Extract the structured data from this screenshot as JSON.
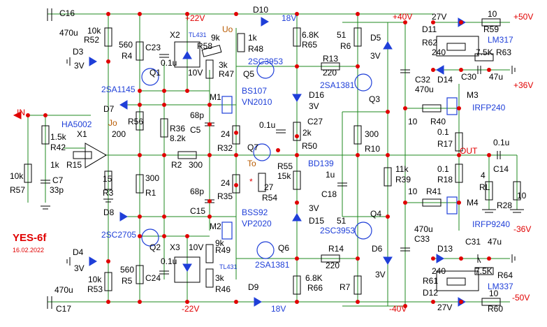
{
  "title": "YES-6f",
  "date": "16.02.2022",
  "rails": {
    "pos22": "+22V",
    "neg22": "-22V",
    "pos40": "+40V",
    "neg40": "-40V",
    "pos50": "+50V",
    "neg50": "-50V",
    "pos36": "+36V",
    "neg36": "-36V",
    "v18a": "18V",
    "v18b": "18V"
  },
  "nets": {
    "in": "IN",
    "out": "OUT",
    "uo": "Uo",
    "jo": "Jo",
    "to": "To",
    "star": "*"
  },
  "labels": [
    {
      "id": "C16",
      "text": "C16"
    },
    {
      "id": "c16v",
      "text": "470u"
    },
    {
      "id": "R52",
      "text": "R52"
    },
    {
      "id": "r52v",
      "text": "10k"
    },
    {
      "id": "D3",
      "text": "D3"
    },
    {
      "id": "d3v",
      "text": "3V"
    },
    {
      "id": "r4v",
      "text": "560"
    },
    {
      "id": "R4",
      "text": "R4"
    },
    {
      "id": "C23",
      "text": "C23"
    },
    {
      "id": "c23v",
      "text": "0.1u"
    },
    {
      "id": "Q1",
      "text": "Q1"
    },
    {
      "id": "sa1145",
      "text": "2SA1145"
    },
    {
      "id": "D7",
      "text": "D7"
    },
    {
      "id": "X2",
      "text": "X2"
    },
    {
      "id": "tl431a",
      "text": "TL431"
    },
    {
      "id": "v10a",
      "text": "10V"
    },
    {
      "id": "r58v",
      "text": "9k"
    },
    {
      "id": "R58",
      "text": "R58"
    },
    {
      "id": "r47v",
      "text": "3k"
    },
    {
      "id": "R47",
      "text": "R47"
    },
    {
      "id": "r48v",
      "text": "1k"
    },
    {
      "id": "R48",
      "text": "R48"
    },
    {
      "id": "D10",
      "text": "D10"
    },
    {
      "id": "r65v",
      "text": "6.8K"
    },
    {
      "id": "R65",
      "text": "R65"
    },
    {
      "id": "sc3953a",
      "text": "2SC3953"
    },
    {
      "id": "Q5",
      "text": "Q5"
    },
    {
      "id": "M1",
      "text": "M1"
    },
    {
      "id": "bs107",
      "text": "BS107"
    },
    {
      "id": "vn2010",
      "text": "VN2010"
    },
    {
      "id": "D16",
      "text": "D16"
    },
    {
      "id": "d16v",
      "text": "3V"
    },
    {
      "id": "r13v",
      "text": "220"
    },
    {
      "id": "R13",
      "text": "R13"
    },
    {
      "id": "r6v",
      "text": "51"
    },
    {
      "id": "R6",
      "text": "R6"
    },
    {
      "id": "sa1381a",
      "text": "2SA1381"
    },
    {
      "id": "Q3",
      "text": "Q3"
    },
    {
      "id": "D5",
      "text": "D5"
    },
    {
      "id": "d5v",
      "text": "3V"
    },
    {
      "id": "c32v",
      "text": "470u"
    },
    {
      "id": "C32",
      "text": "C32"
    },
    {
      "id": "D11",
      "text": "D11"
    },
    {
      "id": "d11v",
      "text": "27V"
    },
    {
      "id": "R62",
      "text": "R62"
    },
    {
      "id": "r62v",
      "text": "240"
    },
    {
      "id": "D14",
      "text": "D14"
    },
    {
      "id": "r59v",
      "text": "10"
    },
    {
      "id": "R59",
      "text": "R59"
    },
    {
      "id": "lm317",
      "text": "LM317"
    },
    {
      "id": "r63v",
      "text": "7.5K"
    },
    {
      "id": "R63",
      "text": "R63"
    },
    {
      "id": "C30",
      "text": "C30"
    },
    {
      "id": "c30v",
      "text": "47u"
    },
    {
      "id": "M3",
      "text": "M3"
    },
    {
      "id": "irfp240",
      "text": "IRFP240"
    },
    {
      "id": "r40v",
      "text": "10"
    },
    {
      "id": "R40",
      "text": "R40"
    },
    {
      "id": "r17v",
      "text": "0.1"
    },
    {
      "id": "R17",
      "text": "R17"
    },
    {
      "id": "c14v",
      "text": "0.1u"
    },
    {
      "id": "C14",
      "text": "C14"
    },
    {
      "id": "r18v",
      "text": "0.1"
    },
    {
      "id": "R18",
      "text": "R18"
    },
    {
      "id": "rlv",
      "text": "4"
    },
    {
      "id": "RL",
      "text": "RL"
    },
    {
      "id": "r28v",
      "text": "10"
    },
    {
      "id": "R28",
      "text": "R28"
    },
    {
      "id": "r41v",
      "text": "10"
    },
    {
      "id": "R41",
      "text": "R41"
    },
    {
      "id": "M4",
      "text": "M4"
    },
    {
      "id": "irfp9240",
      "text": "IRFP9240"
    },
    {
      "id": "r39v",
      "text": "11k"
    },
    {
      "id": "R39",
      "text": "R39"
    },
    {
      "id": "r10v",
      "text": "300"
    },
    {
      "id": "R10",
      "text": "R10"
    },
    {
      "id": "bd139",
      "text": "BD139"
    },
    {
      "id": "c18v",
      "text": "1u"
    },
    {
      "id": "C18",
      "text": "C18"
    },
    {
      "id": "c27v",
      "text": "0.1u"
    },
    {
      "id": "C27",
      "text": "C27"
    },
    {
      "id": "r50v",
      "text": "2k"
    },
    {
      "id": "R50",
      "text": "R50"
    },
    {
      "id": "Q7",
      "text": "Q7"
    },
    {
      "id": "r55v",
      "text": "R55"
    },
    {
      "id": "r55k",
      "text": "15k"
    },
    {
      "id": "r54v",
      "text": "27"
    },
    {
      "id": "R54",
      "text": "R54"
    },
    {
      "id": "r32v",
      "text": "24"
    },
    {
      "id": "R32",
      "text": "R32"
    },
    {
      "id": "r35v",
      "text": "24"
    },
    {
      "id": "R35",
      "text": "R35"
    },
    {
      "id": "c5v",
      "text": "68p"
    },
    {
      "id": "C5",
      "text": "C5"
    },
    {
      "id": "c15v",
      "text": "68p"
    },
    {
      "id": "C15",
      "text": "C15"
    },
    {
      "id": "r36v",
      "text": "R36"
    },
    {
      "id": "r36k",
      "text": "8.2k"
    },
    {
      "id": "R56",
      "text": "R56"
    },
    {
      "id": "r56v",
      "text": "200"
    },
    {
      "id": "R2",
      "text": "R2"
    },
    {
      "id": "r2v",
      "text": "300"
    },
    {
      "id": "r3v",
      "text": "15"
    },
    {
      "id": "R3",
      "text": "R3"
    },
    {
      "id": "r1v",
      "text": "300"
    },
    {
      "id": "R1",
      "text": "R1"
    },
    {
      "id": "ha5002",
      "text": "HA5002"
    },
    {
      "id": "X1",
      "text": "X1"
    },
    {
      "id": "r1k5",
      "text": "1.5k"
    },
    {
      "id": "R42",
      "text": "R42"
    },
    {
      "id": "r15v",
      "text": "1k"
    },
    {
      "id": "R15",
      "text": "R15"
    },
    {
      "id": "r57v",
      "text": "10k"
    },
    {
      "id": "R57",
      "text": "R57"
    },
    {
      "id": "C7",
      "text": "C7"
    },
    {
      "id": "c7v",
      "text": "33p"
    },
    {
      "id": "D8",
      "text": "D8"
    },
    {
      "id": "sc2705",
      "text": "2SC2705"
    },
    {
      "id": "Q2",
      "text": "Q2"
    },
    {
      "id": "M2",
      "text": "M2"
    },
    {
      "id": "bss92",
      "text": "BSS92"
    },
    {
      "id": "vp2020",
      "text": "VP2020"
    },
    {
      "id": "d15v",
      "text": "3V"
    },
    {
      "id": "D15",
      "text": "D15"
    },
    {
      "id": "r14v",
      "text": "R14"
    },
    {
      "id": "r14k",
      "text": "220"
    },
    {
      "id": "r51v",
      "text": "51"
    },
    {
      "id": "sc3953b",
      "text": "2SC3953"
    },
    {
      "id": "Q4",
      "text": "Q4"
    },
    {
      "id": "c33v",
      "text": "470u"
    },
    {
      "id": "C33",
      "text": "C33"
    },
    {
      "id": "D6",
      "text": "D6"
    },
    {
      "id": "d6v",
      "text": "3V"
    },
    {
      "id": "D4",
      "text": "D4"
    },
    {
      "id": "d4v",
      "text": "3V"
    },
    {
      "id": "r5v",
      "text": "560"
    },
    {
      "id": "R5",
      "text": "R5"
    },
    {
      "id": "c24v",
      "text": "0.1u"
    },
    {
      "id": "C24",
      "text": "C24"
    },
    {
      "id": "X3",
      "text": "X3"
    },
    {
      "id": "v10b",
      "text": "10V"
    },
    {
      "id": "tl431b",
      "text": "TL431"
    },
    {
      "id": "r49v",
      "text": "9k"
    },
    {
      "id": "R49",
      "text": "R49"
    },
    {
      "id": "r46v",
      "text": "3k"
    },
    {
      "id": "R46",
      "text": "R46"
    },
    {
      "id": "Q6",
      "text": "Q6"
    },
    {
      "id": "sa1381b",
      "text": "2SA1381"
    },
    {
      "id": "r53v",
      "text": "10k"
    },
    {
      "id": "R53",
      "text": "R53"
    },
    {
      "id": "c17v",
      "text": "470u"
    },
    {
      "id": "C17",
      "text": "C17"
    },
    {
      "id": "D9",
      "text": "D9"
    },
    {
      "id": "r66v",
      "text": "6.8K"
    },
    {
      "id": "R66",
      "text": "R66"
    },
    {
      "id": "R7",
      "text": "R7"
    },
    {
      "id": "D13",
      "text": "D13"
    },
    {
      "id": "C31",
      "text": "C31"
    },
    {
      "id": "c31v",
      "text": "47u"
    },
    {
      "id": "r61v",
      "text": "240"
    },
    {
      "id": "R61",
      "text": "R61"
    },
    {
      "id": "r64v",
      "text": "7.5K"
    },
    {
      "id": "R64",
      "text": "R64"
    },
    {
      "id": "lm337",
      "text": "LM337"
    },
    {
      "id": "D12",
      "text": "D12"
    },
    {
      "id": "d12v",
      "text": "27V"
    },
    {
      "id": "r60v",
      "text": "10"
    },
    {
      "id": "R60",
      "text": "R60"
    }
  ],
  "colors": {
    "wire": "#1f8a1f",
    "node": "#e00000",
    "part": "#000000",
    "active": "#1f3fd8",
    "net": "#b85a00"
  }
}
